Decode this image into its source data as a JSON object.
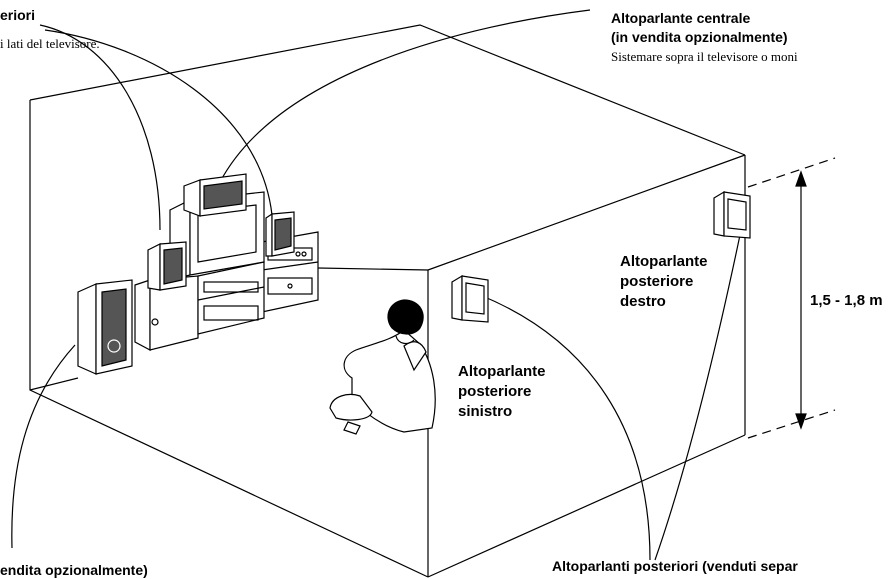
{
  "labels": {
    "front_title": "eriori",
    "front_note": "i lati del televisore.",
    "center_title_1": "Altoparlante centrale",
    "center_title_2": "(in vendita opzionalmente)",
    "center_note": "Sistemare sopra il televisore o moni",
    "rear_right": [
      "Altoparlante",
      "posteriore",
      "destro"
    ],
    "rear_left": [
      "Altoparlante",
      "posteriore",
      "sinistro"
    ],
    "height": "1,5 - 1,8 m",
    "sub_caption": "endita opzionalmente)",
    "rear_caption": "Altoparlanti posteriori (venduti separ"
  },
  "icons": [
    "room-outline",
    "front-left-speaker",
    "front-right-speaker",
    "center-speaker",
    "subwoofer",
    "tv-set",
    "av-rack",
    "listener-armchair",
    "rear-left-speaker",
    "rear-right-speaker",
    "height-dimension-arrow"
  ]
}
